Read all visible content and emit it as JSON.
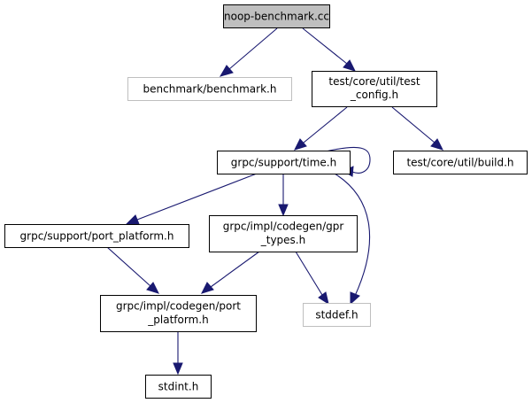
{
  "nodes": {
    "root": {
      "lines": [
        "noop-benchmark.cc"
      ]
    },
    "benchmark": {
      "lines": [
        "benchmark/benchmark.h"
      ]
    },
    "test_config": {
      "lines": [
        "test/core/util/test",
        "_config.h"
      ]
    },
    "time": {
      "lines": [
        "grpc/support/time.h"
      ]
    },
    "build": {
      "lines": [
        "test/core/util/build.h"
      ]
    },
    "port_platform_support": {
      "lines": [
        "grpc/support/port_platform.h"
      ]
    },
    "gpr_types": {
      "lines": [
        "grpc/impl/codegen/gpr",
        "_types.h"
      ]
    },
    "port_platform_codegen": {
      "lines": [
        "grpc/impl/codegen/port",
        "_platform.h"
      ]
    },
    "stddef": {
      "lines": [
        "stddef.h"
      ]
    },
    "stdint": {
      "lines": [
        "stdint.h"
      ]
    }
  },
  "edges": [
    {
      "from": "root",
      "to": "benchmark"
    },
    {
      "from": "root",
      "to": "test_config"
    },
    {
      "from": "test_config",
      "to": "time"
    },
    {
      "from": "test_config",
      "to": "build"
    },
    {
      "from": "time",
      "to": "time"
    },
    {
      "from": "time",
      "to": "port_platform_support"
    },
    {
      "from": "time",
      "to": "gpr_types"
    },
    {
      "from": "time",
      "to": "stddef"
    },
    {
      "from": "port_platform_support",
      "to": "port_platform_codegen"
    },
    {
      "from": "gpr_types",
      "to": "port_platform_codegen"
    },
    {
      "from": "gpr_types",
      "to": "stddef"
    },
    {
      "from": "port_platform_codegen",
      "to": "stdint"
    }
  ],
  "colors": {
    "edge": "#191970",
    "root_fill": "#bfbfbf",
    "missing_stroke": "#bfbfbf",
    "node_stroke": "#000000"
  }
}
